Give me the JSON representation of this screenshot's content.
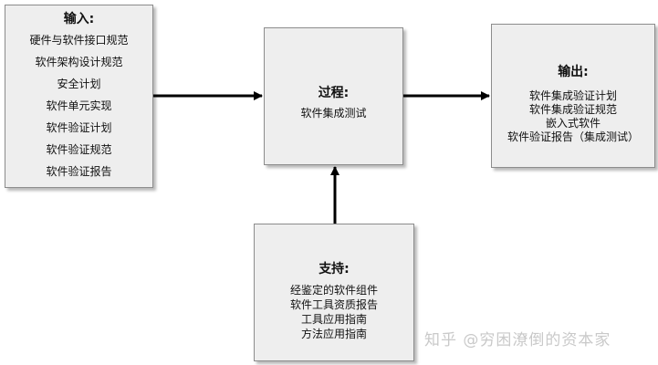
{
  "input": {
    "title": "输入:",
    "items": [
      "硬件与软件接口规范",
      "软件架构设计规范",
      "安全计划",
      "软件单元实现",
      "软件验证计划",
      "软件验证规范",
      "软件验证报告"
    ]
  },
  "process": {
    "title": "过程:",
    "items": [
      "软件集成测试"
    ]
  },
  "output": {
    "title": "输出:",
    "items": [
      "软件集成验证计划",
      "软件集成验证规范",
      "嵌入式软件",
      "软件验证报告（集成测试）"
    ]
  },
  "support": {
    "title": "支持:",
    "items": [
      "经鉴定的软件组件",
      "软件工具资质报告",
      "工具应用指南",
      "方法应用指南"
    ]
  },
  "watermark": "知乎 @穷困潦倒的资本家"
}
